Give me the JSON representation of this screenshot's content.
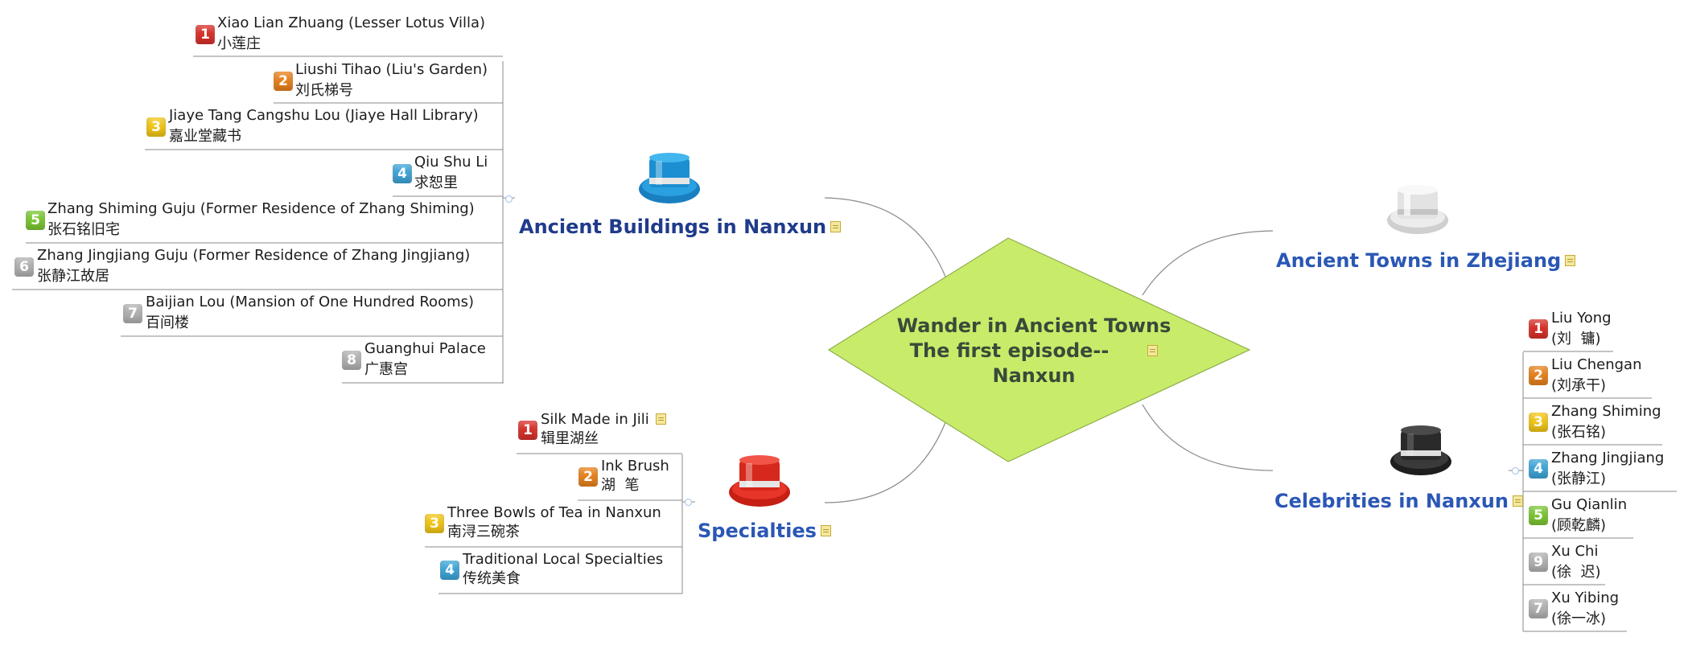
{
  "center": {
    "line1": "Wander in Ancient Towns",
    "line2": "The first episode--",
    "line3": "Nanxun",
    "color": "#c8ec6a"
  },
  "branches": {
    "buildings": {
      "label": "Ancient Buildings in Nanxun",
      "hat_color": "blue",
      "items": [
        {
          "num": "1",
          "en": "Xiao Lian Zhuang (Lesser Lotus Villa)",
          "zh": "小莲庄"
        },
        {
          "num": "2",
          "en": "Liushi Tihao (Liu's Garden)",
          "zh": "刘氏梯号"
        },
        {
          "num": "3",
          "en": "Jiaye Tang Cangshu Lou (Jiaye Hall Library)",
          "zh": "嘉业堂藏书"
        },
        {
          "num": "4",
          "en": "Qiu Shu Li",
          "zh": "求恕里"
        },
        {
          "num": "5",
          "en": "Zhang Shiming Guju (Former Residence of Zhang Shiming)",
          "zh": "张石铭旧宅"
        },
        {
          "num": "6",
          "en": "Zhang Jingjiang Guju (Former Residence of Zhang Jingjiang)",
          "zh": "张静江故居"
        },
        {
          "num": "7",
          "en": "Baijian Lou (Mansion of One Hundred Rooms)",
          "zh": "百间楼"
        },
        {
          "num": "8",
          "en": "Guanghui Palace",
          "zh": "广惠宫"
        }
      ]
    },
    "specialties": {
      "label": "Specialties",
      "hat_color": "red",
      "items": [
        {
          "num": "1",
          "en": "Silk Made in Jili",
          "zh": "辑里湖丝"
        },
        {
          "num": "2",
          "en": "Ink Brush",
          "zh": "湖  笔"
        },
        {
          "num": "3",
          "en": "Three Bowls of Tea in Nanxun",
          "zh": "南浔三碗茶"
        },
        {
          "num": "4",
          "en": "Traditional Local Specialties",
          "zh": "传统美食"
        }
      ]
    },
    "towns": {
      "label": "Ancient Towns in Zhejiang",
      "hat_color": "white"
    },
    "celebrities": {
      "label": "Celebrities in Nanxun",
      "hat_color": "black",
      "items": [
        {
          "num": "1",
          "en": "Liu Yong",
          "zh": "(刘  镛)"
        },
        {
          "num": "2",
          "en": "Liu Chengan",
          "zh": "(刘承干)"
        },
        {
          "num": "3",
          "en": "Zhang Shiming",
          "zh": "(张石铭)"
        },
        {
          "num": "4",
          "en": "Zhang Jingjiang",
          "zh": "(张静江)"
        },
        {
          "num": "5",
          "en": "Gu Qianlin",
          "zh": "(顾乾麟)"
        },
        {
          "num": "9",
          "en": "Xu Chi",
          "zh": "(徐  迟)"
        },
        {
          "num": "7",
          "en": "Xu Yibing",
          "zh": "(徐一冰)"
        }
      ]
    }
  },
  "colors": {
    "branch_dark_blue": "#1f3b8c",
    "branch_blue": "#2b57b5",
    "line": "#8a8a8a",
    "badge_1": "#d9312b",
    "badge_2": "#e8821d",
    "badge_3": "#f3c718",
    "badge_4": "#3ea6d8",
    "badge_5": "#7cc733",
    "badge_gray": "#b3b3b3"
  }
}
